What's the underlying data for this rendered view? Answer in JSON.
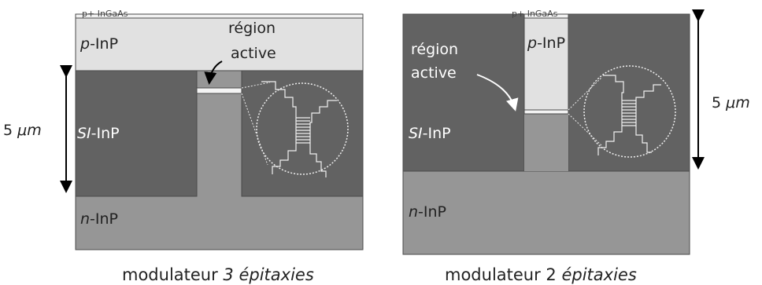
{
  "left": {
    "cap_label": "p+ InGaAs",
    "p_label": {
      "prefix": "p",
      "rest": "-InP"
    },
    "si_label": {
      "prefix": "SI",
      "rest": "-InP"
    },
    "n_label": {
      "prefix": "n",
      "rest": "-InP"
    },
    "active_line1": "région",
    "active_line2": "active",
    "dimension": {
      "value": "5 ",
      "unit": "μm"
    },
    "caption": {
      "main": "modulateur ",
      "italic": "3 épitaxies"
    }
  },
  "right": {
    "cap_label": "p+ InGaAs",
    "p_label": {
      "prefix": "p",
      "rest": "-InP"
    },
    "si_label": {
      "prefix": "SI",
      "rest": "-InP"
    },
    "n_label": {
      "prefix": "n",
      "rest": "-InP"
    },
    "active_line1": "région",
    "active_line2": "active",
    "dimension": {
      "value": "5 ",
      "unit": "μm"
    },
    "caption": {
      "main": "modulateur 2 ",
      "italic": "épitaxies"
    }
  },
  "colors": {
    "light": "#e1e1e1",
    "medium": "#969696",
    "dark": "#626262",
    "outline": "#4a4a4a"
  }
}
